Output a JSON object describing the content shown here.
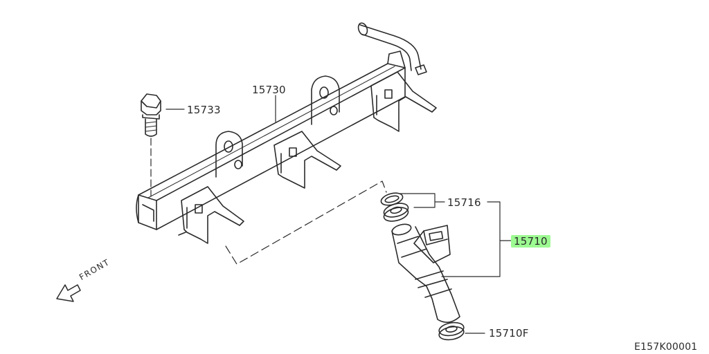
{
  "diagram": {
    "accent_highlight": "#9dfa92",
    "line_color": "#2a2a2a",
    "callouts": [
      {
        "id": "fuel-rail",
        "text": "15730"
      },
      {
        "id": "bolt",
        "text": "15733"
      },
      {
        "id": "oring-set",
        "text": "15716"
      },
      {
        "id": "injector-assy",
        "text": "15710",
        "highlighted": true
      },
      {
        "id": "insulator",
        "text": "15710F"
      }
    ],
    "front_text": "FRONT",
    "diagram_code": "E157K00001"
  }
}
